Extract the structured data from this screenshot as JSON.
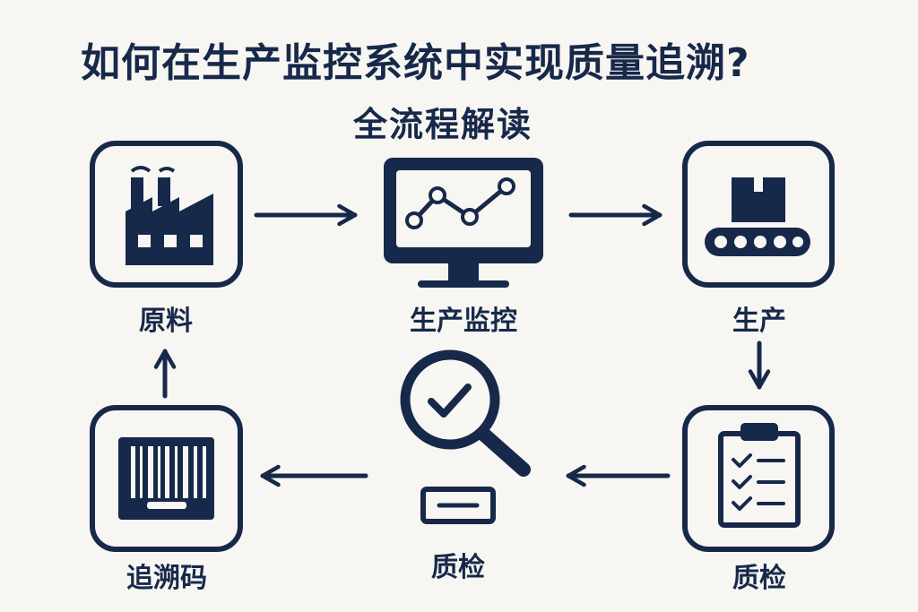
{
  "title": "如何在生产监控系统中实现质量追溯?",
  "subtitle": "全流程解读",
  "colors": {
    "primary": "#17294a",
    "background": "#f8f6f2"
  },
  "nodes": [
    {
      "id": "raw-material",
      "label": "原料",
      "icon": "factory-icon"
    },
    {
      "id": "production-monitoring",
      "label": "生产监控",
      "icon": "monitor-chart-icon"
    },
    {
      "id": "production",
      "label": "生产",
      "icon": "conveyor-box-icon"
    },
    {
      "id": "quality-check-clipboard",
      "label": "质检",
      "icon": "clipboard-checklist-icon"
    },
    {
      "id": "quality-check-inspect",
      "label": "质检",
      "icon": "magnifier-check-icon"
    },
    {
      "id": "trace-code",
      "label": "追溯码",
      "icon": "barcode-icon"
    }
  ],
  "flow": [
    [
      "raw-material",
      "production-monitoring"
    ],
    [
      "production-monitoring",
      "production"
    ],
    [
      "production",
      "quality-check-clipboard"
    ],
    [
      "quality-check-clipboard",
      "quality-check-inspect"
    ],
    [
      "quality-check-inspect",
      "trace-code"
    ],
    [
      "trace-code",
      "raw-material"
    ]
  ]
}
